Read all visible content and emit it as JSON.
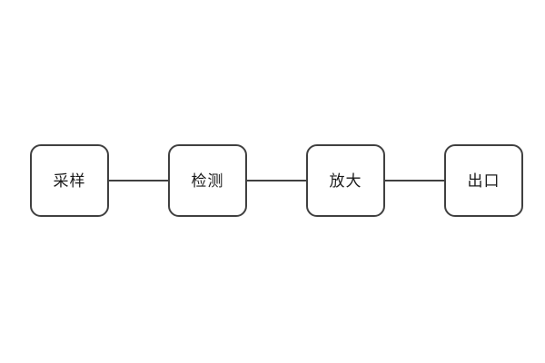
{
  "diagram": {
    "type": "flowchart",
    "direction": "left-to-right",
    "nodes": [
      {
        "id": "node-1",
        "label": "采样"
      },
      {
        "id": "node-2",
        "label": "检测"
      },
      {
        "id": "node-3",
        "label": "放大"
      },
      {
        "id": "node-4",
        "label": "出口"
      }
    ],
    "connections": [
      {
        "from": "采样",
        "to": "检测",
        "style": "plain-line"
      },
      {
        "from": "检测",
        "to": "放大",
        "style": "plain-line"
      },
      {
        "from": "放大",
        "to": "出口",
        "style": "plain-line"
      }
    ],
    "colors": {
      "background": "#ffffff",
      "node_fill": "#ffffff",
      "node_border": "#404040",
      "connector": "#404040",
      "text": "#1a1a1a"
    }
  }
}
